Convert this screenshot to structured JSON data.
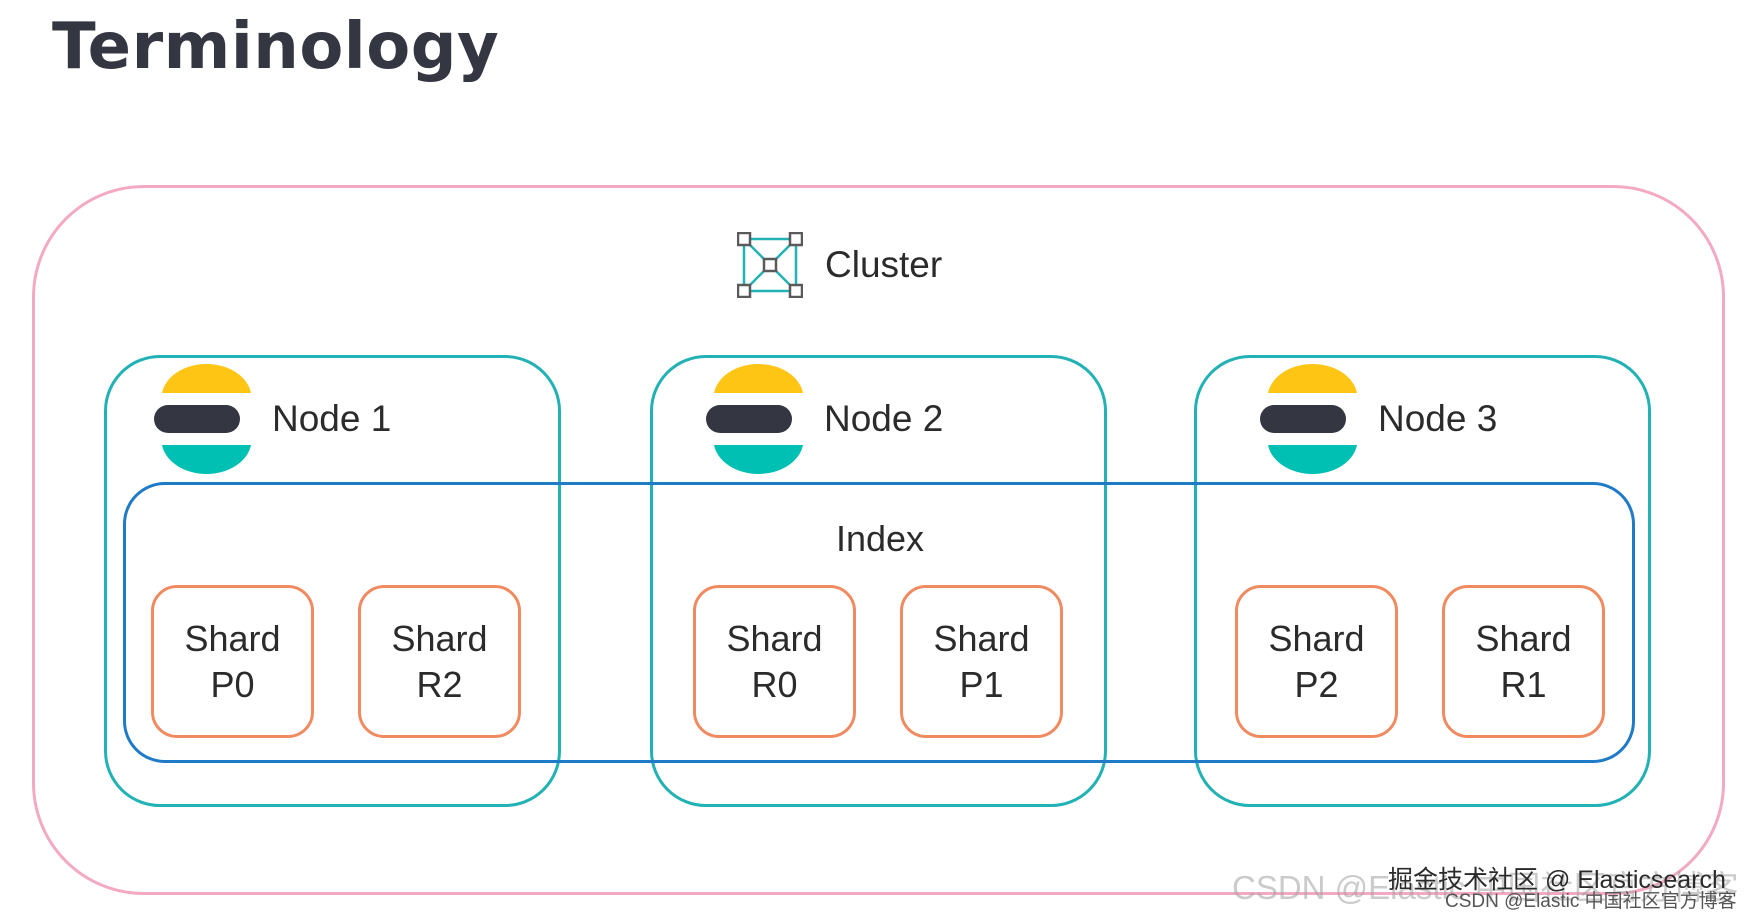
{
  "title": "Terminology",
  "cluster": {
    "label": "Cluster",
    "icon": "cluster-network-icon"
  },
  "nodes": [
    {
      "label": "Node 1",
      "icon": "elastic-logo-icon"
    },
    {
      "label": "Node 2",
      "icon": "elastic-logo-icon"
    },
    {
      "label": "Node 3",
      "icon": "elastic-logo-icon"
    }
  ],
  "index": {
    "label": "Index"
  },
  "shards": [
    {
      "line1": "Shard",
      "line2": "P0"
    },
    {
      "line1": "Shard",
      "line2": "R2"
    },
    {
      "line1": "Shard",
      "line2": "R0"
    },
    {
      "line1": "Shard",
      "line2": "P1"
    },
    {
      "line1": "Shard",
      "line2": "P2"
    },
    {
      "line1": "Shard",
      "line2": "R1"
    }
  ],
  "watermarks": {
    "csdn": "CSDN @Elastic 中国社区官方博客",
    "juejin": "掘金技术社区 @ Elasticsearch",
    "csdn_small": "CSDN @Elastic 中国社区官方博客"
  },
  "colors": {
    "cluster_border": "#f3a9c4",
    "node_border": "#22b1b5",
    "index_border": "#1f7bc8",
    "shard_border": "#f08a60",
    "logo_yellow": "#fec514",
    "logo_dark": "#343741",
    "logo_teal": "#00bfb3",
    "title": "#343741"
  }
}
